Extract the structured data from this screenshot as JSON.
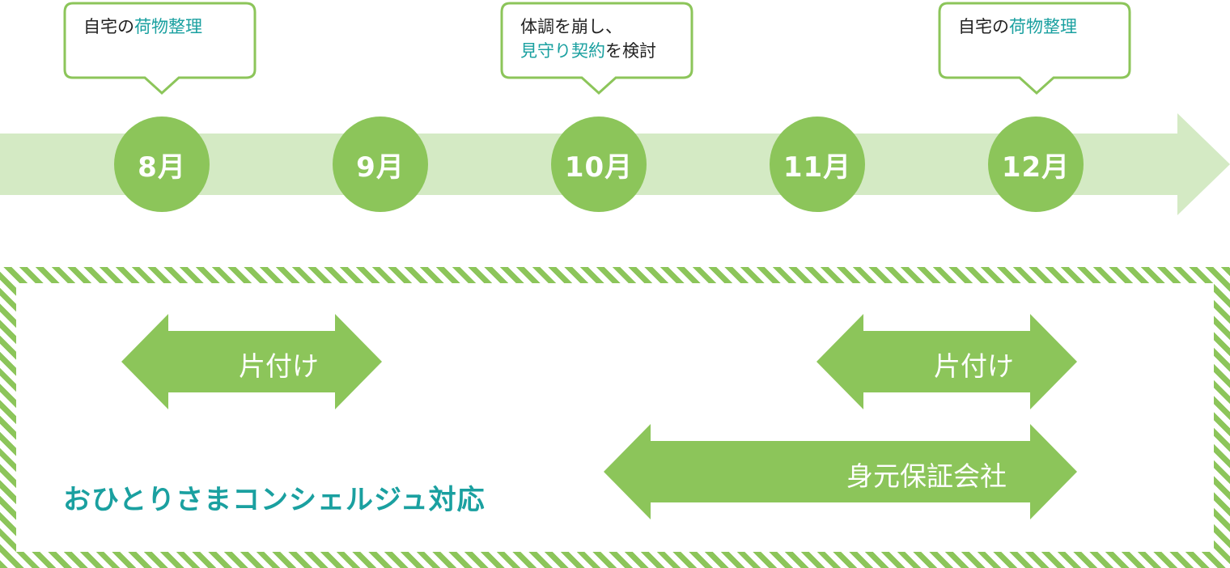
{
  "callouts": [
    {
      "id": "aug",
      "line1": [
        {
          "text": "自宅の",
          "accent": false
        },
        {
          "text": "荷物整理",
          "accent": true
        }
      ]
    },
    {
      "id": "oct",
      "line1": [
        {
          "text": "体調を崩し、",
          "accent": false
        }
      ],
      "line2": [
        {
          "text": "見守り契約",
          "accent": true
        },
        {
          "text": "を検討",
          "accent": false
        }
      ]
    },
    {
      "id": "dec",
      "line1": [
        {
          "text": "自宅の",
          "accent": false
        },
        {
          "text": "荷物整理",
          "accent": true
        }
      ]
    }
  ],
  "months": [
    "8月",
    "9月",
    "10月",
    "11月",
    "12月"
  ],
  "service": {
    "title": "おひとりさまコンシェルジュ対応",
    "arrows": {
      "katazuke_1": "片付け",
      "katazuke_2": "片付け",
      "guarantor": "身元保証会社"
    }
  },
  "colors": {
    "green": "#8cc55a",
    "light_green": "#d4eac4",
    "accent_teal": "#1aa0a0",
    "callout_border": "#8cc55a"
  }
}
